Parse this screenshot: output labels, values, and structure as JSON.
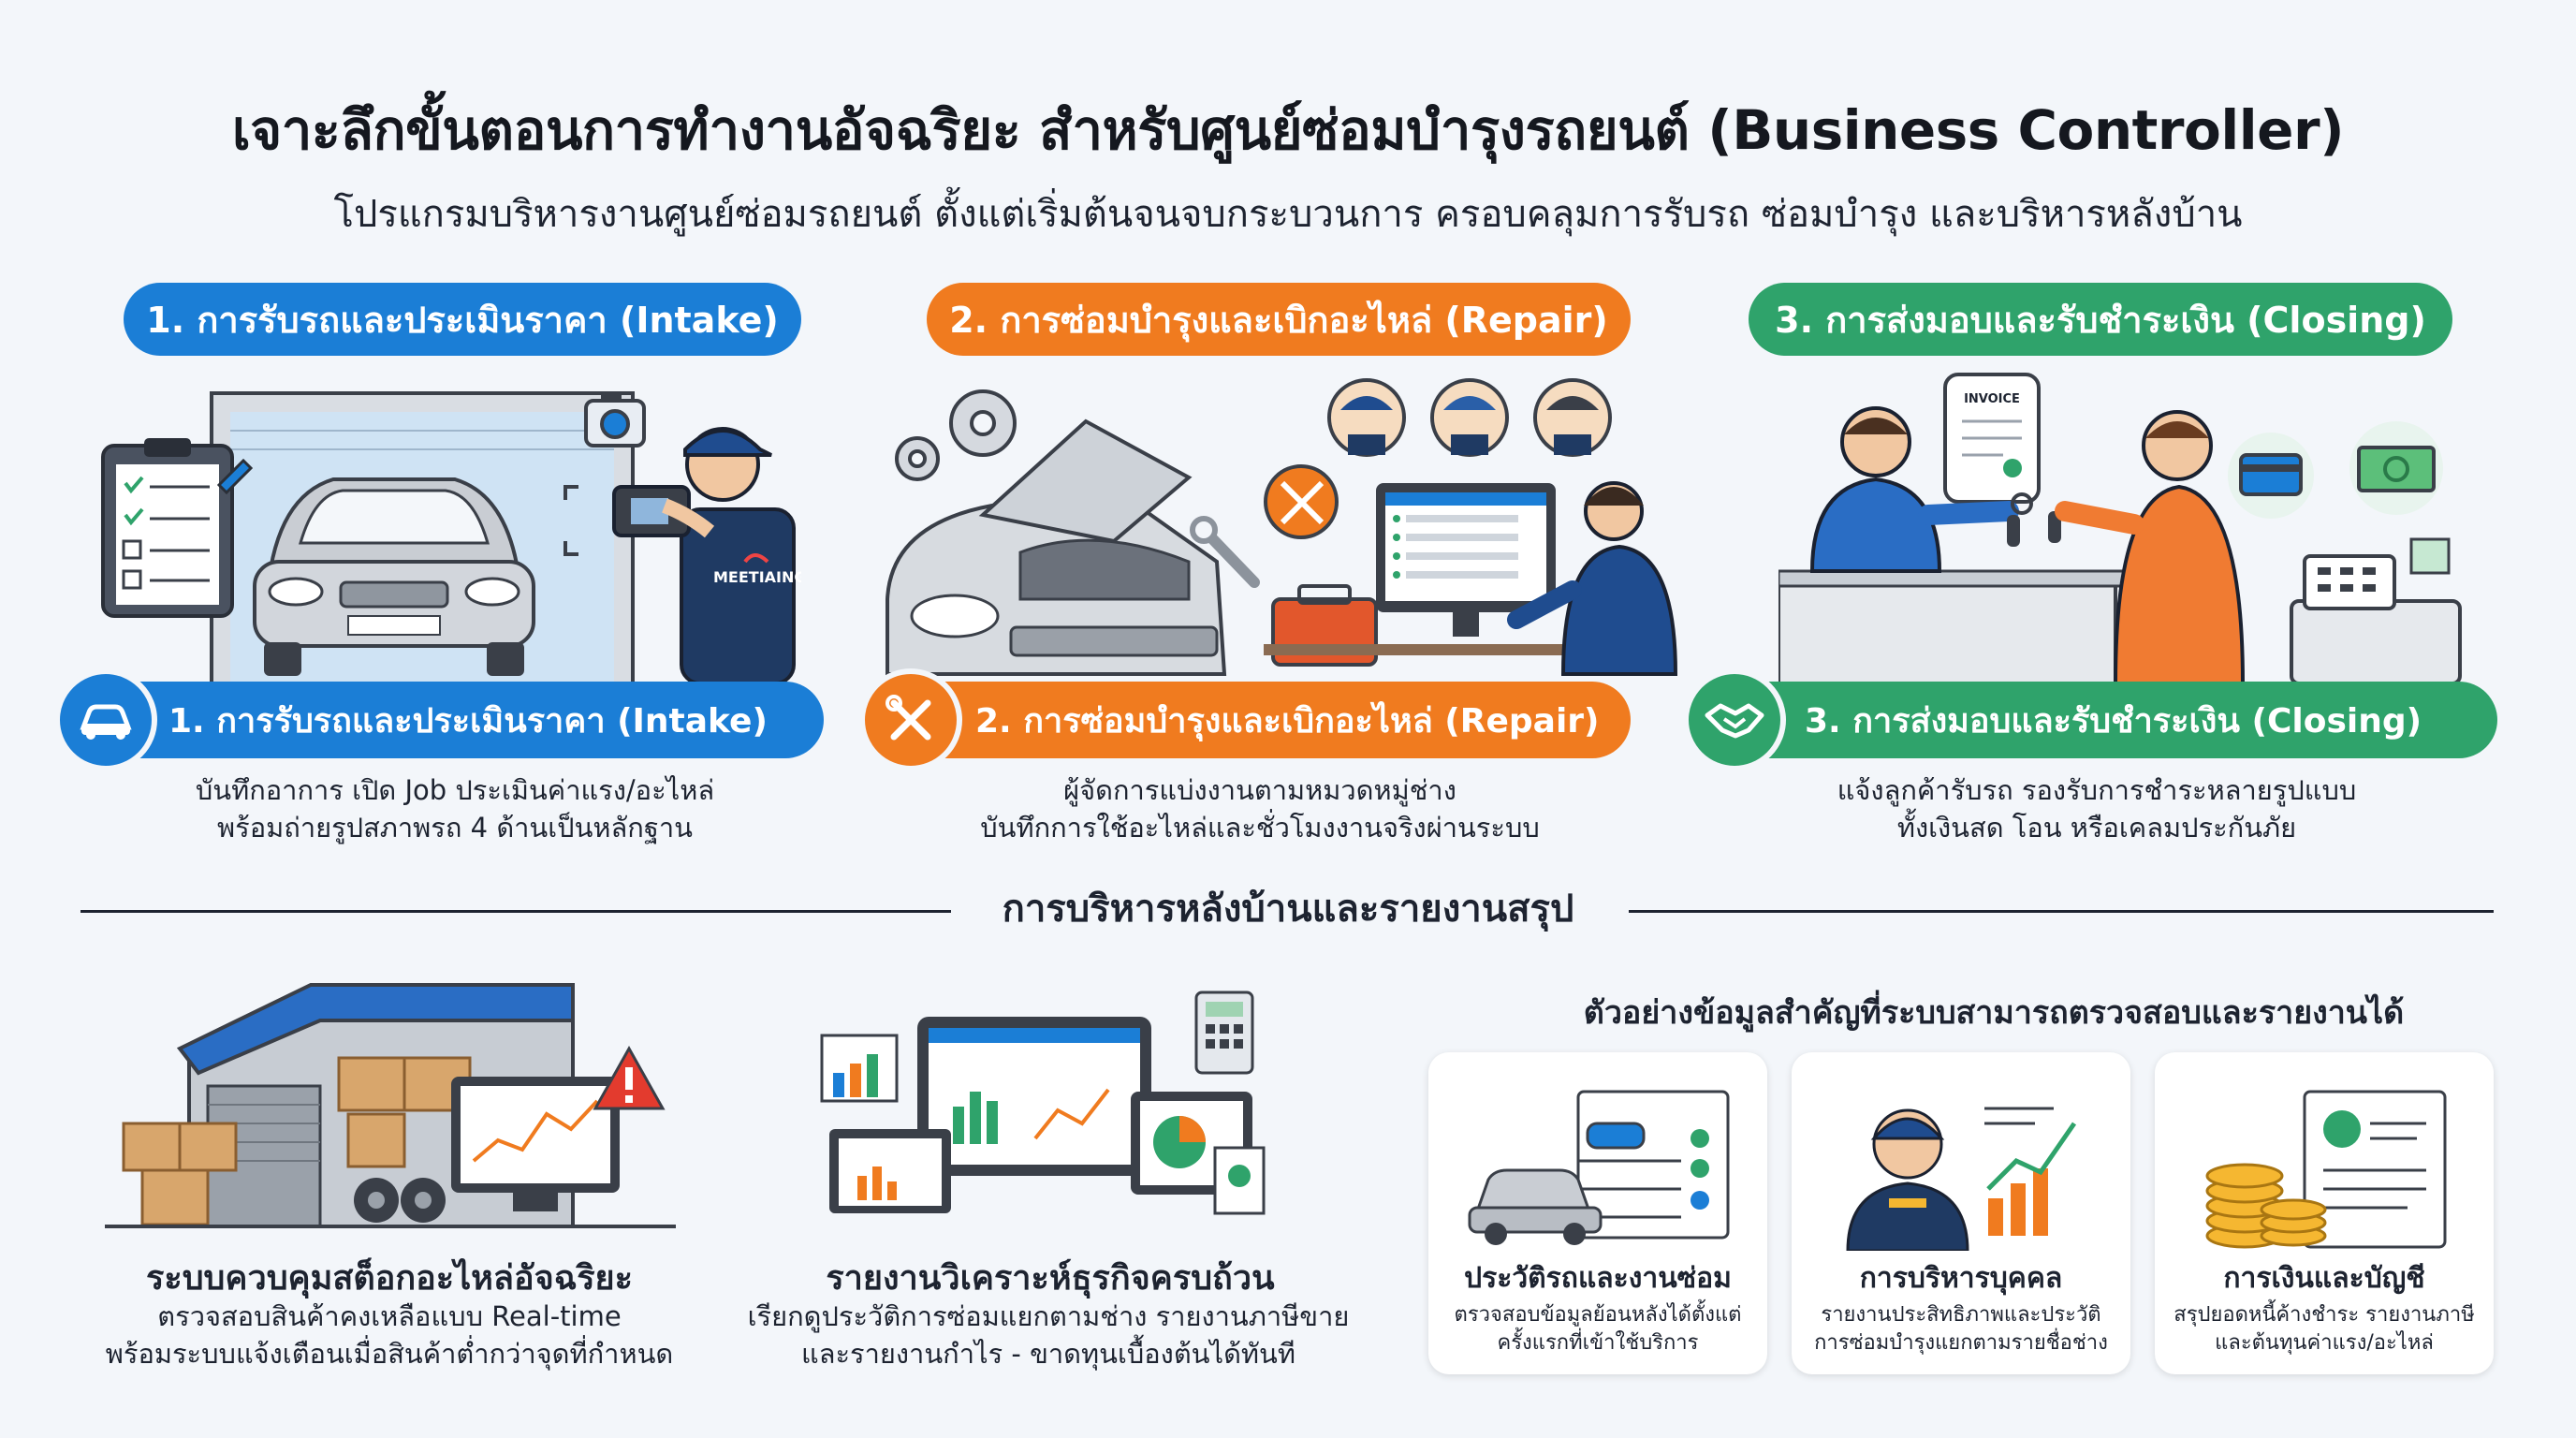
{
  "header": {
    "title": "เจาะลึกขั้นตอนการทำงานอัจฉริยะ สำหรับศูนย์ซ่อมบำรุงรถยนต์ (Business Controller)",
    "subtitle": "โปรแกรมบริหารงานศูนย์ซ่อมรถยนต์ ตั้งแต่เริ่มต้นจนจบกระบวนการ ครอบคลุมการรับรถ ซ่อมบำรุง และบริหารหลังบ้าน"
  },
  "steps": [
    {
      "pill_label": "1. การรับรถและประเมินราคา (Intake)",
      "band_label": "1. การรับรถและประเมินราคา (Intake)",
      "desc_line1": "บันทึกอาการ เปิด Job ประเมินค่าแรง/อะไหล่",
      "desc_line2": "พร้อมถ่ายรูปสภาพรถ 4 ด้านเป็นหลักฐาน",
      "vest_text": "MEETIAING",
      "color": "#1b7ed6",
      "icon": "car-icon"
    },
    {
      "pill_label": "2. การซ่อมบำรุงและเบิกอะไหล่ (Repair)",
      "band_label": "2. การซ่อมบำรุงและเบิกอะไหล่ (Repair)",
      "desc_line1": "ผู้จัดการแบ่งงานตามหมวดหมู่ช่าง",
      "desc_line2": "บันทึกการใช้อะไหล่และชั่วโมงงานจริงผ่านระบบ",
      "color": "#f07b1f",
      "icon": "wrench-screwdriver-icon"
    },
    {
      "pill_label": "3. การส่งมอบและรับชำระเงิน (Closing)",
      "band_label": "3. การส่งมอบและรับชำระเงิน (Closing)",
      "desc_line1": "แจ้งลูกค้ารับรถ รองรับการชำระหลายรูปแบบ",
      "desc_line2": "ทั้งเงินสด โอน หรือเคลมประกันภัย",
      "invoice_text": "INVOICE",
      "color": "#2fa36b",
      "icon": "handshake-icon"
    }
  ],
  "backoffice": {
    "heading": "การบริหารหลังบ้านและรายงานสรุป",
    "blocks": [
      {
        "title": "ระบบควบคุมสต็อกอะไหล่อัจฉริยะ",
        "desc_line1": "ตรวจสอบสินค้าคงเหลือแบบ Real-time",
        "desc_line2": "พร้อมระบบแจ้งเตือนเมื่อสินค้าต่ำกว่าจุดที่กำหนด"
      },
      {
        "title": "รายงานวิเคราะห์ธุรกิจครบถ้วน",
        "desc_line1": "เรียกดูประวัติการซ่อมแยกตามช่าง รายงานภาษีขาย",
        "desc_line2": "และรายงานกำไร - ขาดทุนเบื้องต้นได้ทันที"
      }
    ],
    "examples_heading": "ตัวอย่างข้อมูลสำคัญที่ระบบสามารถตรวจสอบและรายงานได้",
    "cards": [
      {
        "title": "ประวัติรถและงานซ่อม",
        "desc_line1": "ตรวจสอบข้อมูลย้อนหลังได้ตั้งแต่",
        "desc_line2": "ครั้งแรกที่เข้าใช้บริการ"
      },
      {
        "title": "การบริหารบุคคล",
        "desc_line1": "รายงานประสิทธิภาพและประวัติ",
        "desc_line2": "การซ่อมบำรุงแยกตามรายชื่อช่าง"
      },
      {
        "title": "การเงินและบัญชี",
        "desc_line1": "สรุปยอดหนี้ค้างชำระ รายงานภาษี",
        "desc_line2": "และต้นทุนค่าแรง/อะไหล่"
      }
    ]
  }
}
